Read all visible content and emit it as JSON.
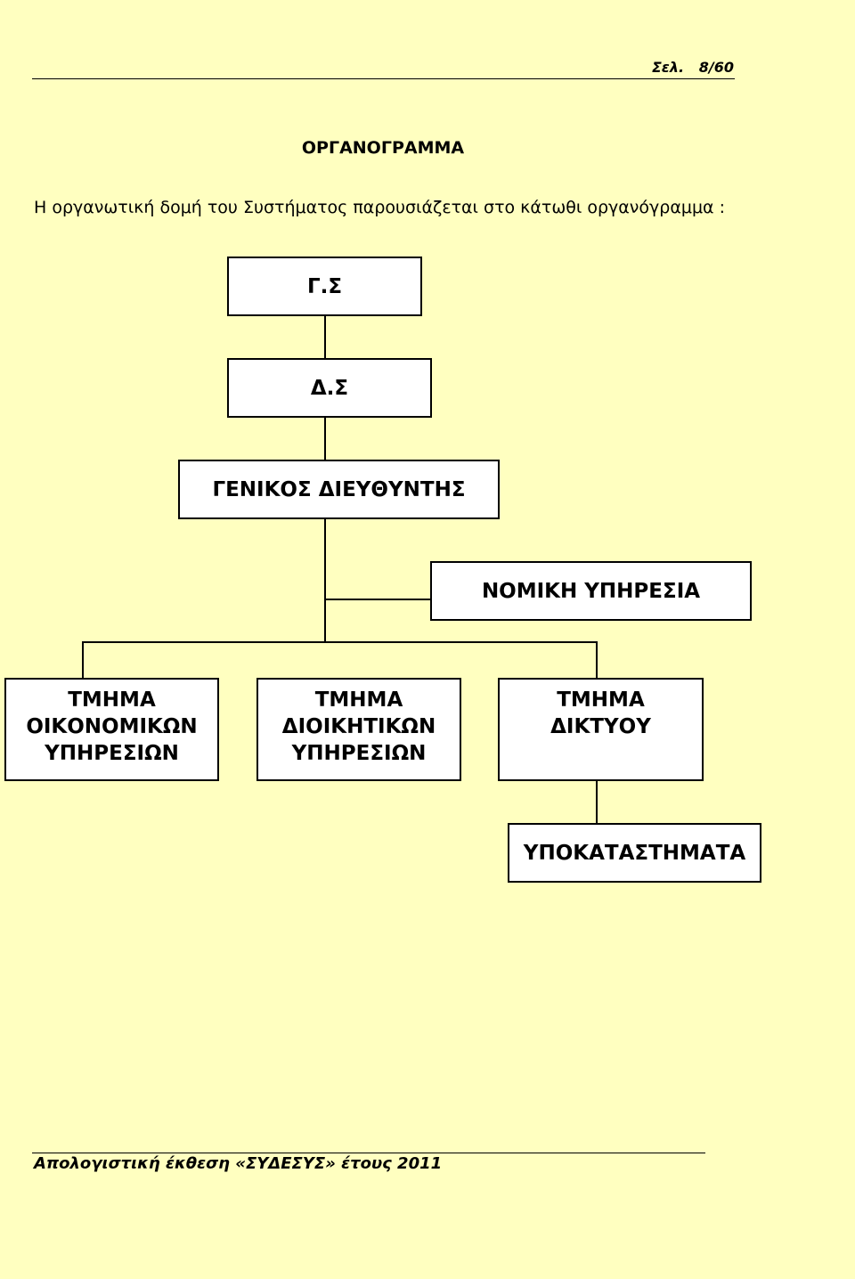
{
  "header": {
    "page_number": "Σελ.   8/60"
  },
  "document": {
    "title": "ΟΡΓΑΝΟΓΡΑΜΜΑ",
    "intro": "Η οργανωτική δομή του Συστήματος παρουσιάζεται στο κάτωθι οργανόγραμμα :"
  },
  "org_chart": {
    "general_assembly": "Γ.Σ",
    "board": "Δ.Σ",
    "general_director": "ΓΕΝΙΚΟΣ ΔΙΕΥΘΥΝΤΗΣ",
    "legal_service": "ΝΟΜΙΚΗ ΥΠΗΡΕΣΙΑ",
    "departments": [
      {
        "lines": [
          "ΤΜΗΜΑ",
          "ΟΙΚΟΝΟΜΙΚΩΝ",
          "ΥΠΗΡΕΣΙΩΝ"
        ]
      },
      {
        "lines": [
          "ΤΜΗΜΑ",
          "ΔΙΟΙΚΗΤΙΚΩΝ",
          "ΥΠΗΡΕΣΙΩΝ"
        ]
      },
      {
        "lines": [
          "ΤΜΗΜΑ",
          "ΔΙΚΤΥΟΥ"
        ]
      }
    ],
    "branches": "ΥΠΟΚΑΤΑΣΤΗΜΑΤΑ"
  },
  "footer": {
    "text": "Απολογιστική έκθεση «ΣΥΔΕΣΥΣ» έτους 2011"
  },
  "colors": {
    "page_background": "#ffffc0",
    "box_background": "#ffffff",
    "lines": "#000000"
  }
}
